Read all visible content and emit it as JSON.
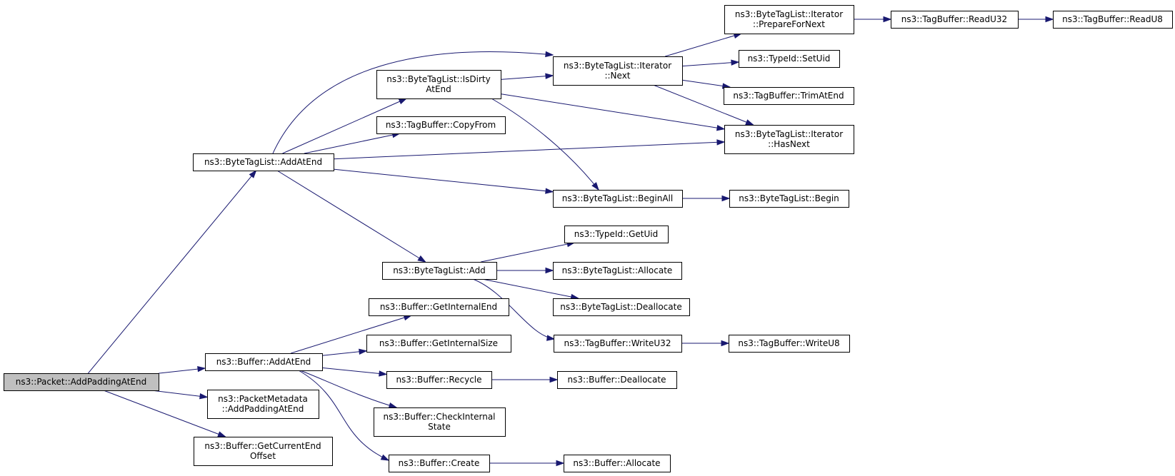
{
  "graph": {
    "edge_color": "#191970",
    "root_fill": "#bfbfbf",
    "nodes": [
      {
        "id": "packet_addpadding",
        "lines": [
          "ns3::Packet::AddPaddingAtEnd"
        ],
        "root": true
      },
      {
        "id": "btl_addatend",
        "lines": [
          "ns3::ByteTagList::AddAtEnd"
        ]
      },
      {
        "id": "buf_addatend",
        "lines": [
          "ns3::Buffer::AddAtEnd"
        ]
      },
      {
        "id": "pm_addpadding",
        "lines": [
          "ns3::PacketMetadata",
          "::AddPaddingAtEnd"
        ]
      },
      {
        "id": "buf_getcurrentend",
        "lines": [
          "ns3::Buffer::GetCurrentEnd",
          "Offset"
        ]
      },
      {
        "id": "btl_isdirty",
        "lines": [
          "ns3::ByteTagList::IsDirty",
          "AtEnd"
        ]
      },
      {
        "id": "tb_copyfrom",
        "lines": [
          "ns3::TagBuffer::CopyFrom"
        ]
      },
      {
        "id": "btl_add",
        "lines": [
          "ns3::ByteTagList::Add"
        ]
      },
      {
        "id": "btli_next",
        "lines": [
          "ns3::ByteTagList::Iterator",
          "::Next"
        ]
      },
      {
        "id": "btli_hasnext",
        "lines": [
          "ns3::ByteTagList::Iterator",
          "::HasNext"
        ]
      },
      {
        "id": "btl_beginall",
        "lines": [
          "ns3::ByteTagList::BeginAll"
        ]
      },
      {
        "id": "btli_preparefornext",
        "lines": [
          "ns3::ByteTagList::Iterator",
          "::PrepareForNext"
        ]
      },
      {
        "id": "typeid_setuid",
        "lines": [
          "ns3::TypeId::SetUid"
        ]
      },
      {
        "id": "tb_trimatend",
        "lines": [
          "ns3::TagBuffer::TrimAtEnd"
        ]
      },
      {
        "id": "tb_readu32",
        "lines": [
          "ns3::TagBuffer::ReadU32"
        ]
      },
      {
        "id": "tb_readu8",
        "lines": [
          "ns3::TagBuffer::ReadU8"
        ]
      },
      {
        "id": "btl_begin",
        "lines": [
          "ns3::ByteTagList::Begin"
        ]
      },
      {
        "id": "typeid_getuid",
        "lines": [
          "ns3::TypeId::GetUid"
        ]
      },
      {
        "id": "btl_allocate",
        "lines": [
          "ns3::ByteTagList::Allocate"
        ]
      },
      {
        "id": "btl_deallocate",
        "lines": [
          "ns3::ByteTagList::Deallocate"
        ]
      },
      {
        "id": "tb_writeu32",
        "lines": [
          "ns3::TagBuffer::WriteU32"
        ]
      },
      {
        "id": "tb_writeu8",
        "lines": [
          "ns3::TagBuffer::WriteU8"
        ]
      },
      {
        "id": "buf_getinternalend",
        "lines": [
          "ns3::Buffer::GetInternalEnd"
        ]
      },
      {
        "id": "buf_getinternalsize",
        "lines": [
          "ns3::Buffer::GetInternalSize"
        ]
      },
      {
        "id": "buf_recycle",
        "lines": [
          "ns3::Buffer::Recycle"
        ]
      },
      {
        "id": "buf_checkinternal",
        "lines": [
          "ns3::Buffer::CheckInternal",
          "State"
        ]
      },
      {
        "id": "buf_create",
        "lines": [
          "ns3::Buffer::Create"
        ]
      },
      {
        "id": "buf_deallocate",
        "lines": [
          "ns3::Buffer::Deallocate"
        ]
      },
      {
        "id": "buf_allocate",
        "lines": [
          "ns3::Buffer::Allocate"
        ]
      }
    ],
    "edges": [
      {
        "from": "packet_addpadding",
        "to": "btl_addatend"
      },
      {
        "from": "packet_addpadding",
        "to": "buf_addatend"
      },
      {
        "from": "packet_addpadding",
        "to": "pm_addpadding"
      },
      {
        "from": "packet_addpadding",
        "to": "buf_getcurrentend"
      },
      {
        "from": "btl_addatend",
        "to": "btl_isdirty"
      },
      {
        "from": "btl_addatend",
        "to": "tb_copyfrom"
      },
      {
        "from": "btl_addatend",
        "to": "btli_next"
      },
      {
        "from": "btl_addatend",
        "to": "btli_hasnext"
      },
      {
        "from": "btl_addatend",
        "to": "btl_beginall"
      },
      {
        "from": "btl_addatend",
        "to": "btl_add"
      },
      {
        "from": "btl_isdirty",
        "to": "btli_next"
      },
      {
        "from": "btl_isdirty",
        "to": "btli_hasnext"
      },
      {
        "from": "btl_isdirty",
        "to": "btl_beginall"
      },
      {
        "from": "btli_next",
        "to": "btli_preparefornext"
      },
      {
        "from": "btli_next",
        "to": "typeid_setuid"
      },
      {
        "from": "btli_next",
        "to": "tb_trimatend"
      },
      {
        "from": "btli_next",
        "to": "btli_hasnext"
      },
      {
        "from": "btli_preparefornext",
        "to": "tb_readu32"
      },
      {
        "from": "tb_readu32",
        "to": "tb_readu8"
      },
      {
        "from": "btl_beginall",
        "to": "btl_begin"
      },
      {
        "from": "btl_add",
        "to": "typeid_getuid"
      },
      {
        "from": "btl_add",
        "to": "btl_allocate"
      },
      {
        "from": "btl_add",
        "to": "btl_deallocate"
      },
      {
        "from": "btl_add",
        "to": "tb_writeu32"
      },
      {
        "from": "tb_writeu32",
        "to": "tb_writeu8"
      },
      {
        "from": "buf_addatend",
        "to": "buf_getinternalend"
      },
      {
        "from": "buf_addatend",
        "to": "buf_getinternalsize"
      },
      {
        "from": "buf_addatend",
        "to": "buf_recycle"
      },
      {
        "from": "buf_addatend",
        "to": "buf_checkinternal"
      },
      {
        "from": "buf_addatend",
        "to": "buf_create"
      },
      {
        "from": "buf_recycle",
        "to": "buf_deallocate"
      },
      {
        "from": "buf_create",
        "to": "buf_allocate"
      }
    ]
  }
}
